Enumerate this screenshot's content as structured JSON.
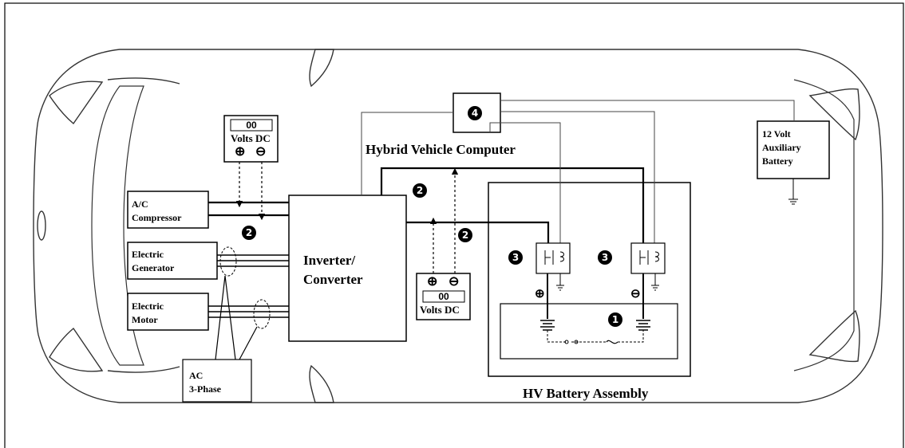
{
  "labels": {
    "hv_computer": "Hybrid Vehicle Computer",
    "inverter": [
      "Inverter/",
      "Converter"
    ],
    "ac_compressor": [
      "A/C",
      "Compressor"
    ],
    "electric_generator": [
      "Electric",
      "Generator"
    ],
    "electric_motor": [
      "Electric",
      "Motor"
    ],
    "ac_3phase": [
      "AC",
      "3-Phase"
    ],
    "aux_battery": [
      "12 Volt",
      "Auxiliary",
      "Battery"
    ],
    "hv_battery_assembly": "HV Battery Assembly"
  },
  "meters": {
    "left": {
      "value": "00",
      "unit": "Volts DC",
      "plus": "⊕",
      "minus": "⊖"
    },
    "center": {
      "value": "00",
      "unit": "Volts DC",
      "plus": "⊕",
      "minus": "⊖"
    }
  },
  "numbers": {
    "n1": "1",
    "n2": "2",
    "n3": "3",
    "n4": "4"
  },
  "battery_terminals": {
    "plus": "⊕",
    "minus": "⊖"
  }
}
